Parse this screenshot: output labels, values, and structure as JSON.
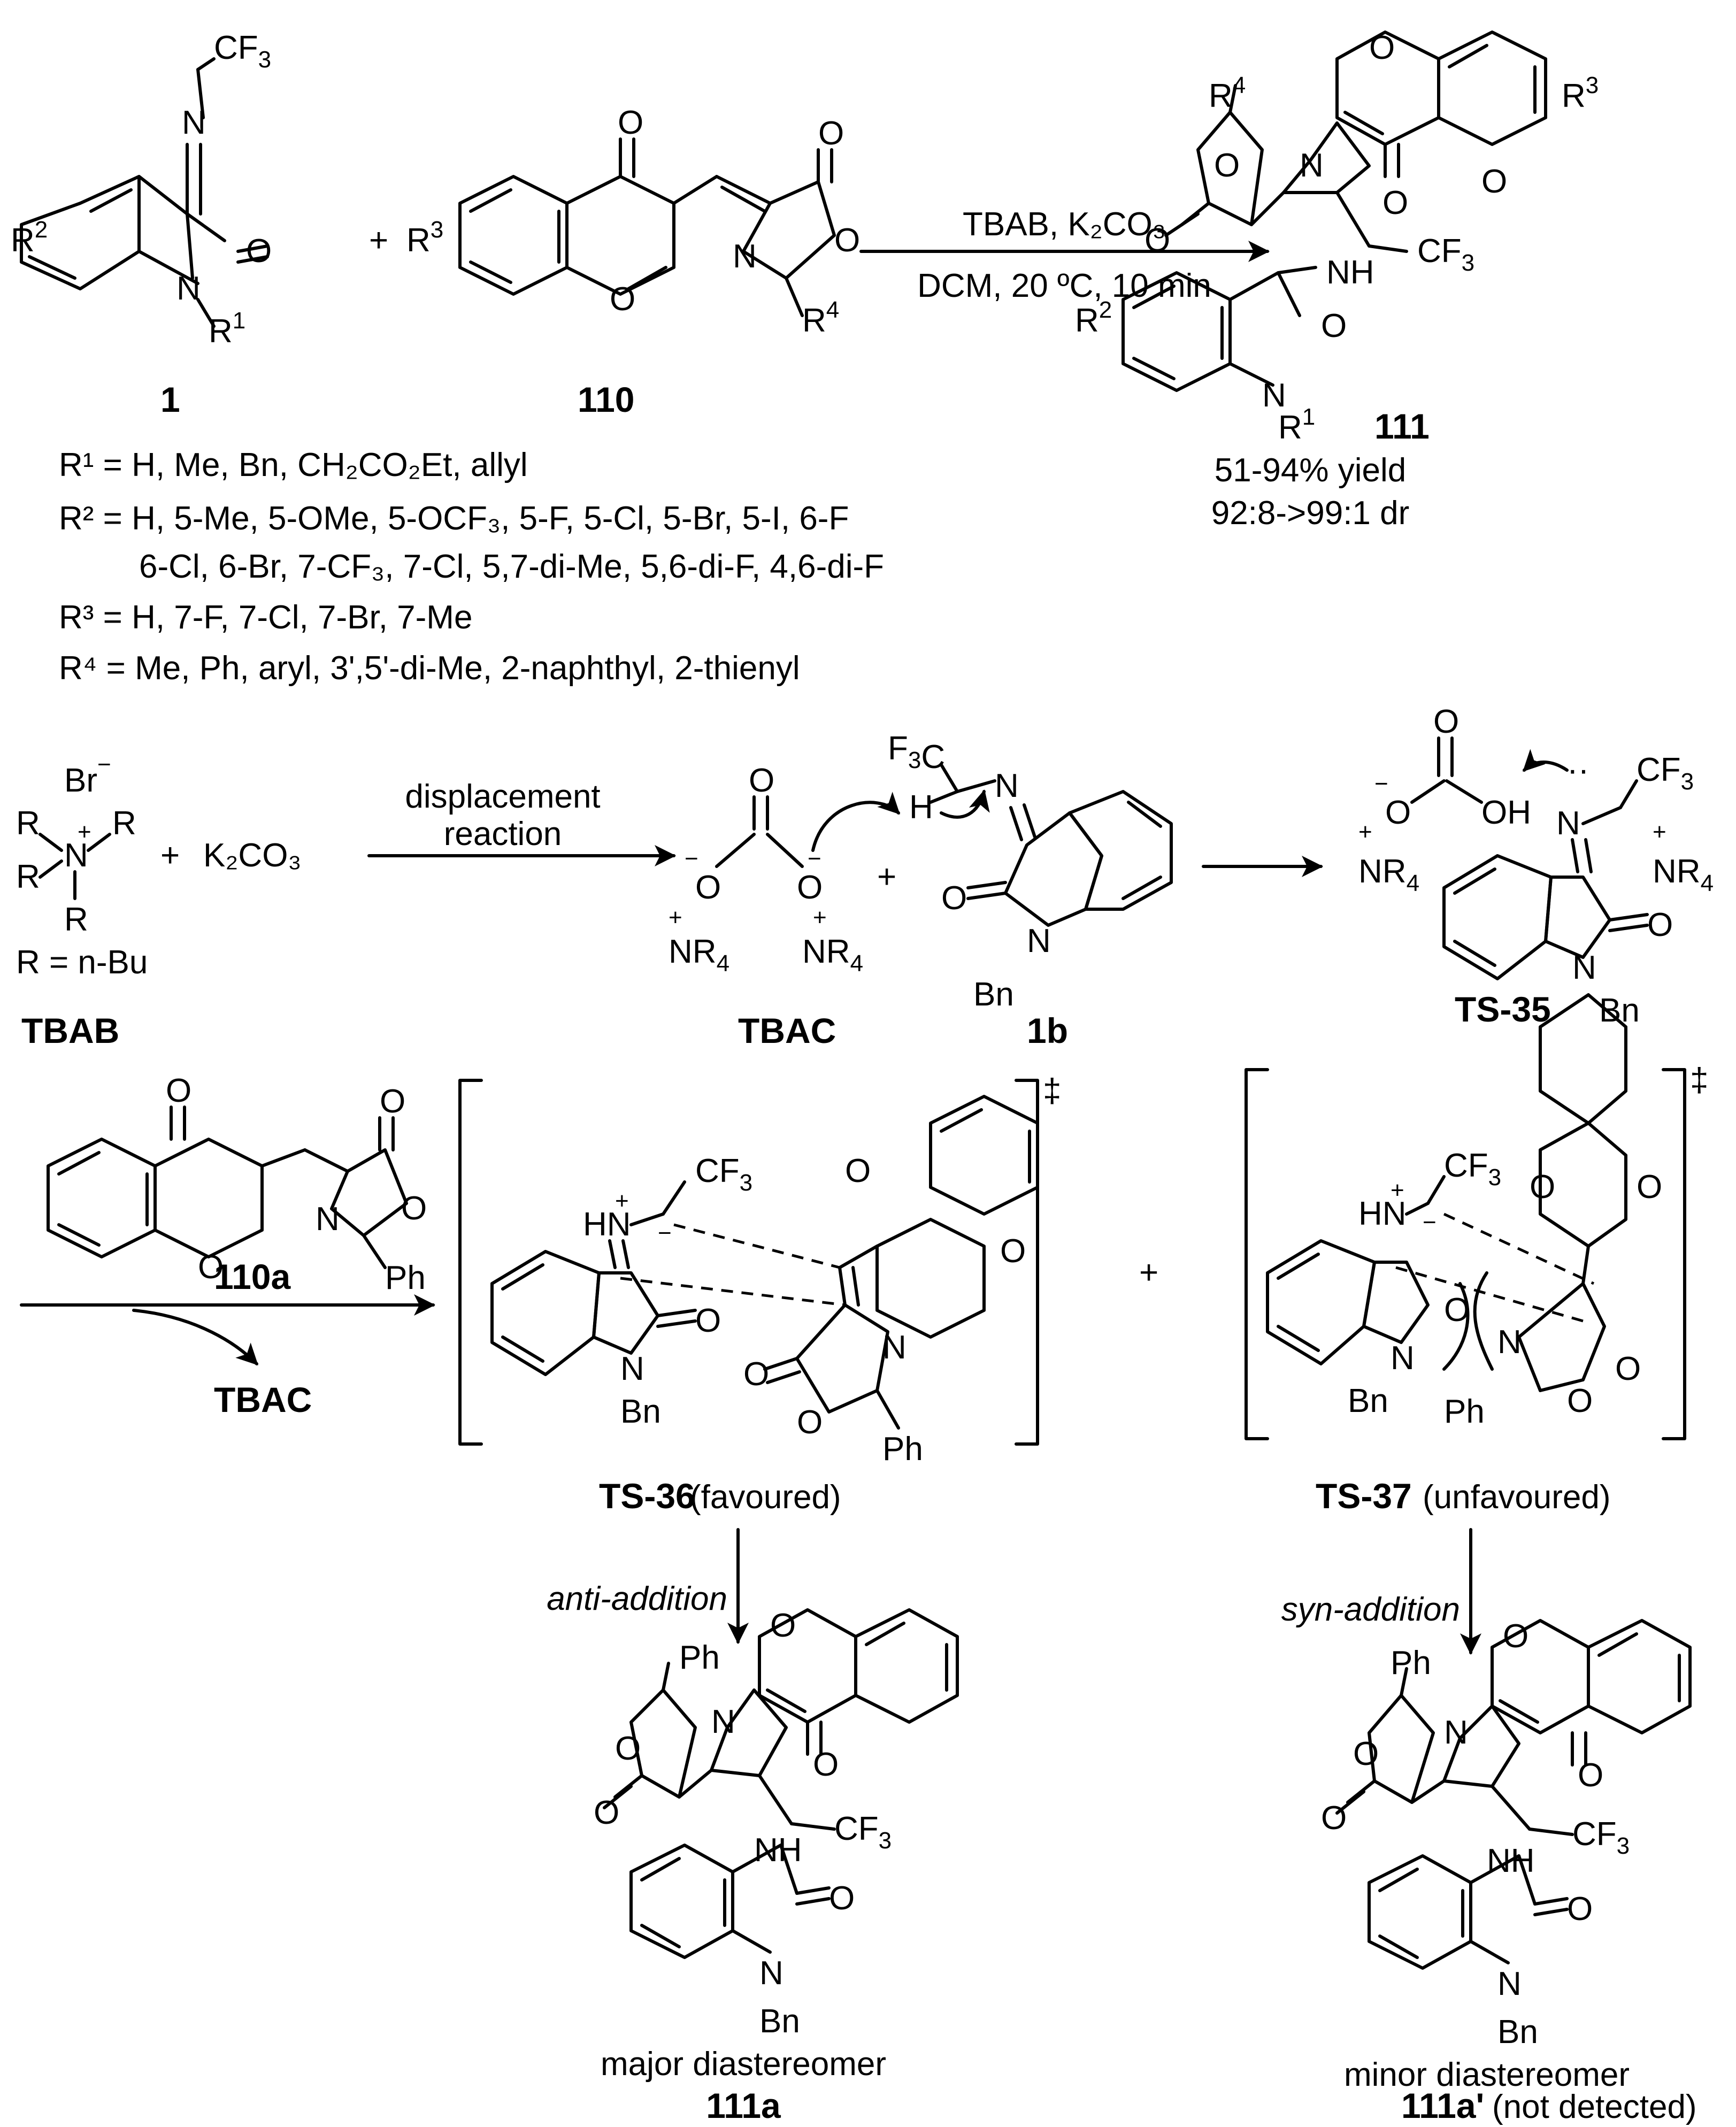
{
  "compounds": {
    "c1": "1",
    "c110": "110",
    "c111": "111",
    "tbab": "TBAB",
    "tbac": "TBAC",
    "c1b": "1b",
    "ts35": "TS-35",
    "c110a": "110a",
    "ts36": "TS-36",
    "ts37": "TS-37",
    "c111a": "111a",
    "c111a_prime": "111a'"
  },
  "reaction1": {
    "reagents": "TBAB, K₂CO₃",
    "conditions": "DCM, 20 ºC, 10 min",
    "yield": "51-94% yield",
    "dr": "92:8->99:1 dr",
    "plus": "+"
  },
  "substituents": {
    "r1": "R¹ = H, Me, Bn, CH₂CO₂Et, allyl",
    "r2_line1": "R² = H, 5-Me, 5-OMe, 5-OCF₃, 5-F, 5-Cl, 5-Br, 5-I, 6-F",
    "r2_line2": "6-Cl, 6-Br, 7-CF₃, 7-Cl, 5,7-di-Me, 5,6-di-F, 4,6-di-F",
    "r3": "R³ = H, 7-F, 7-Cl, 7-Br, 7-Me",
    "r4": "R⁴ = Me, Ph, aryl, 3',5'-di-Me, 2-naphthyl, 2-thienyl"
  },
  "mechanism": {
    "displacement_line1": "displacement",
    "displacement_line2": "reaction",
    "k2co3": "K₂CO₃",
    "r_def": "R = n-Bu",
    "ts36_note": "(favoured)",
    "ts37_note": "(unfavoured)",
    "anti": "anti-addition",
    "syn": "syn-addition",
    "major": "major diastereomer",
    "minor": "minor diastereomer",
    "not_detected": "(not detected)",
    "dagger": "‡"
  }
}
